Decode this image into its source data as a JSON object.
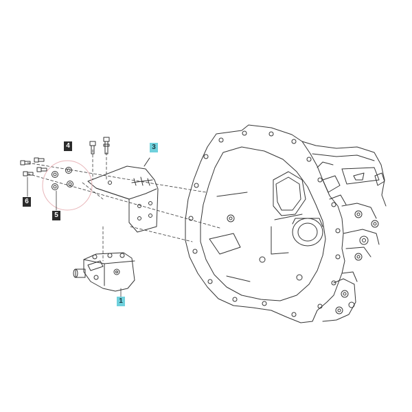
{
  "callouts": {
    "c1": "1",
    "c3": "3",
    "c4": "4",
    "c5": "5",
    "c6": "6"
  },
  "colors": {
    "line": "#333333",
    "callout_dark": "#2b2b2b",
    "callout_accent": "#6fd0dc",
    "seal_circle": "#e8b4b8"
  }
}
